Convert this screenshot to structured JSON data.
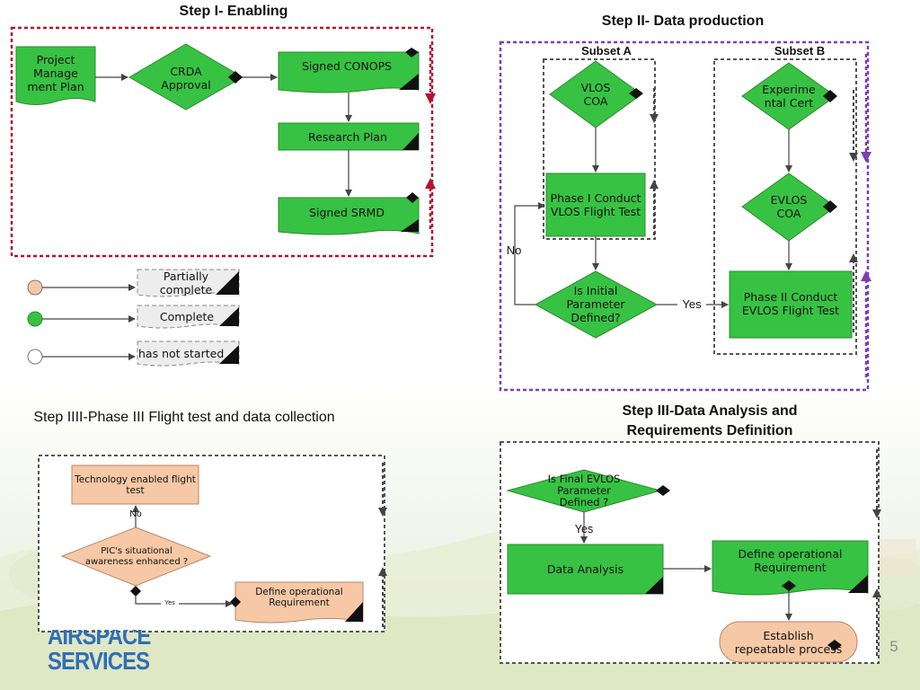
{
  "colors": {
    "green": "#37c243",
    "green_stroke": "#2e8b2e",
    "peach": "#f6c8a5",
    "peach_stroke": "#b8876a",
    "red_dash": "#b3142e",
    "purple_dash": "#7d3eb5",
    "gray_dash": "#555555",
    "legend_gray": "#dddddd"
  },
  "step1": {
    "title": "Step I- Enabling",
    "project_plan": "Project Manage ment Plan",
    "crda": "CRDA Approval",
    "conops": "Signed CONOPS",
    "research": "Research Plan",
    "srmd": "Signed SRMD"
  },
  "legend": {
    "partial": "Partially complete",
    "complete": "Complete",
    "not_started": "has not started"
  },
  "step2": {
    "title": "Step II- Data production",
    "subset_a": "Subset A",
    "subset_b": "Subset B",
    "vlos_coa": "VLOS COA",
    "phase1": "Phase I Conduct VLOS Flight Test",
    "initial_param": "Is Initial Parameter Defined?",
    "no": "No",
    "yes": "Yes",
    "exp_cert": "Experime ntal Cert",
    "evlos_coa": "EVLOS COA",
    "phase2": "Phase II Conduct EVLOS Flight Test"
  },
  "step3": {
    "title": "Step III-Data Analysis and Requirements Definition",
    "final_param": "Is Final EVLOS Parameter Defined ?",
    "yes": "Yes",
    "data_analysis": "Data Analysis",
    "define_req": "Define operational Requirement",
    "repeatable": "Establish repeatable process"
  },
  "step4": {
    "title": "Step IIII-Phase III Flight test and data collection",
    "tech_test": "Technology enabled flight test",
    "no": "No",
    "awareness": "PIC's situational awareness enhanced ?",
    "yes": "Yes",
    "define_req": "Define operational Requirement"
  },
  "footer": {
    "logo_text": "AIRSPACE SERVICES",
    "page_number": "5"
  }
}
